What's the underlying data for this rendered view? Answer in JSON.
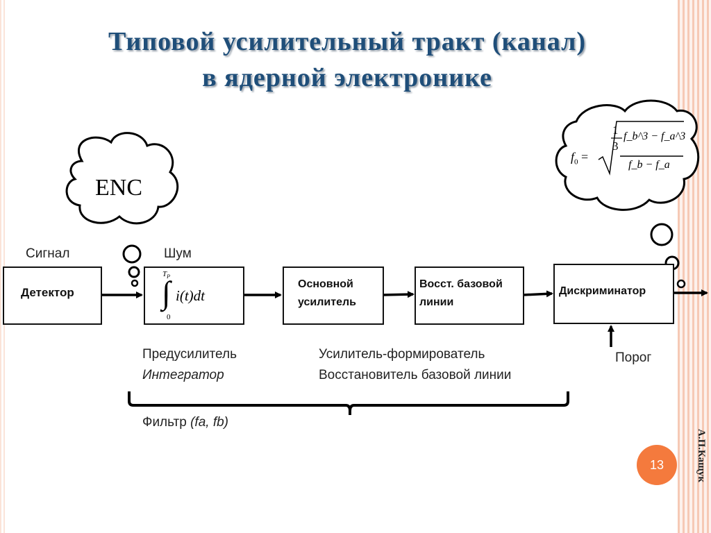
{
  "title": {
    "line1": "Типовой усилительный тракт (канал)",
    "line2": "в ядерной электронике"
  },
  "labels": {
    "signal": "Сигнал",
    "noise": "Шум",
    "threshold": "Порог",
    "preamp": "Предусилитель",
    "integrator": "Интегратор",
    "shaper": "Усилитель-формирователь",
    "restorer": "Восстановитель базовой линии",
    "filter_prefix": "Фильтр ",
    "filter_params": "(fa, fb)"
  },
  "blocks": {
    "detector": "Детектор",
    "main_amp_1": "Основной",
    "main_amp_2": "усилитель",
    "baseline_1": "Восст. базовой",
    "baseline_2": "линии",
    "discriminator": "Дискриминатор"
  },
  "integral": {
    "upper": "T",
    "upper_sub": "P",
    "lower": "0",
    "expr": "i(t)dt"
  },
  "bubbles": {
    "enc": "ENC",
    "f0_lhs": "f",
    "f0_sub": "0",
    "one": "1",
    "three": "3",
    "num_expr": "f_b^3 − f_a^3",
    "den_expr": "f_b − f_a"
  },
  "footer": {
    "author": "А.П.Кащук",
    "page": "13"
  }
}
